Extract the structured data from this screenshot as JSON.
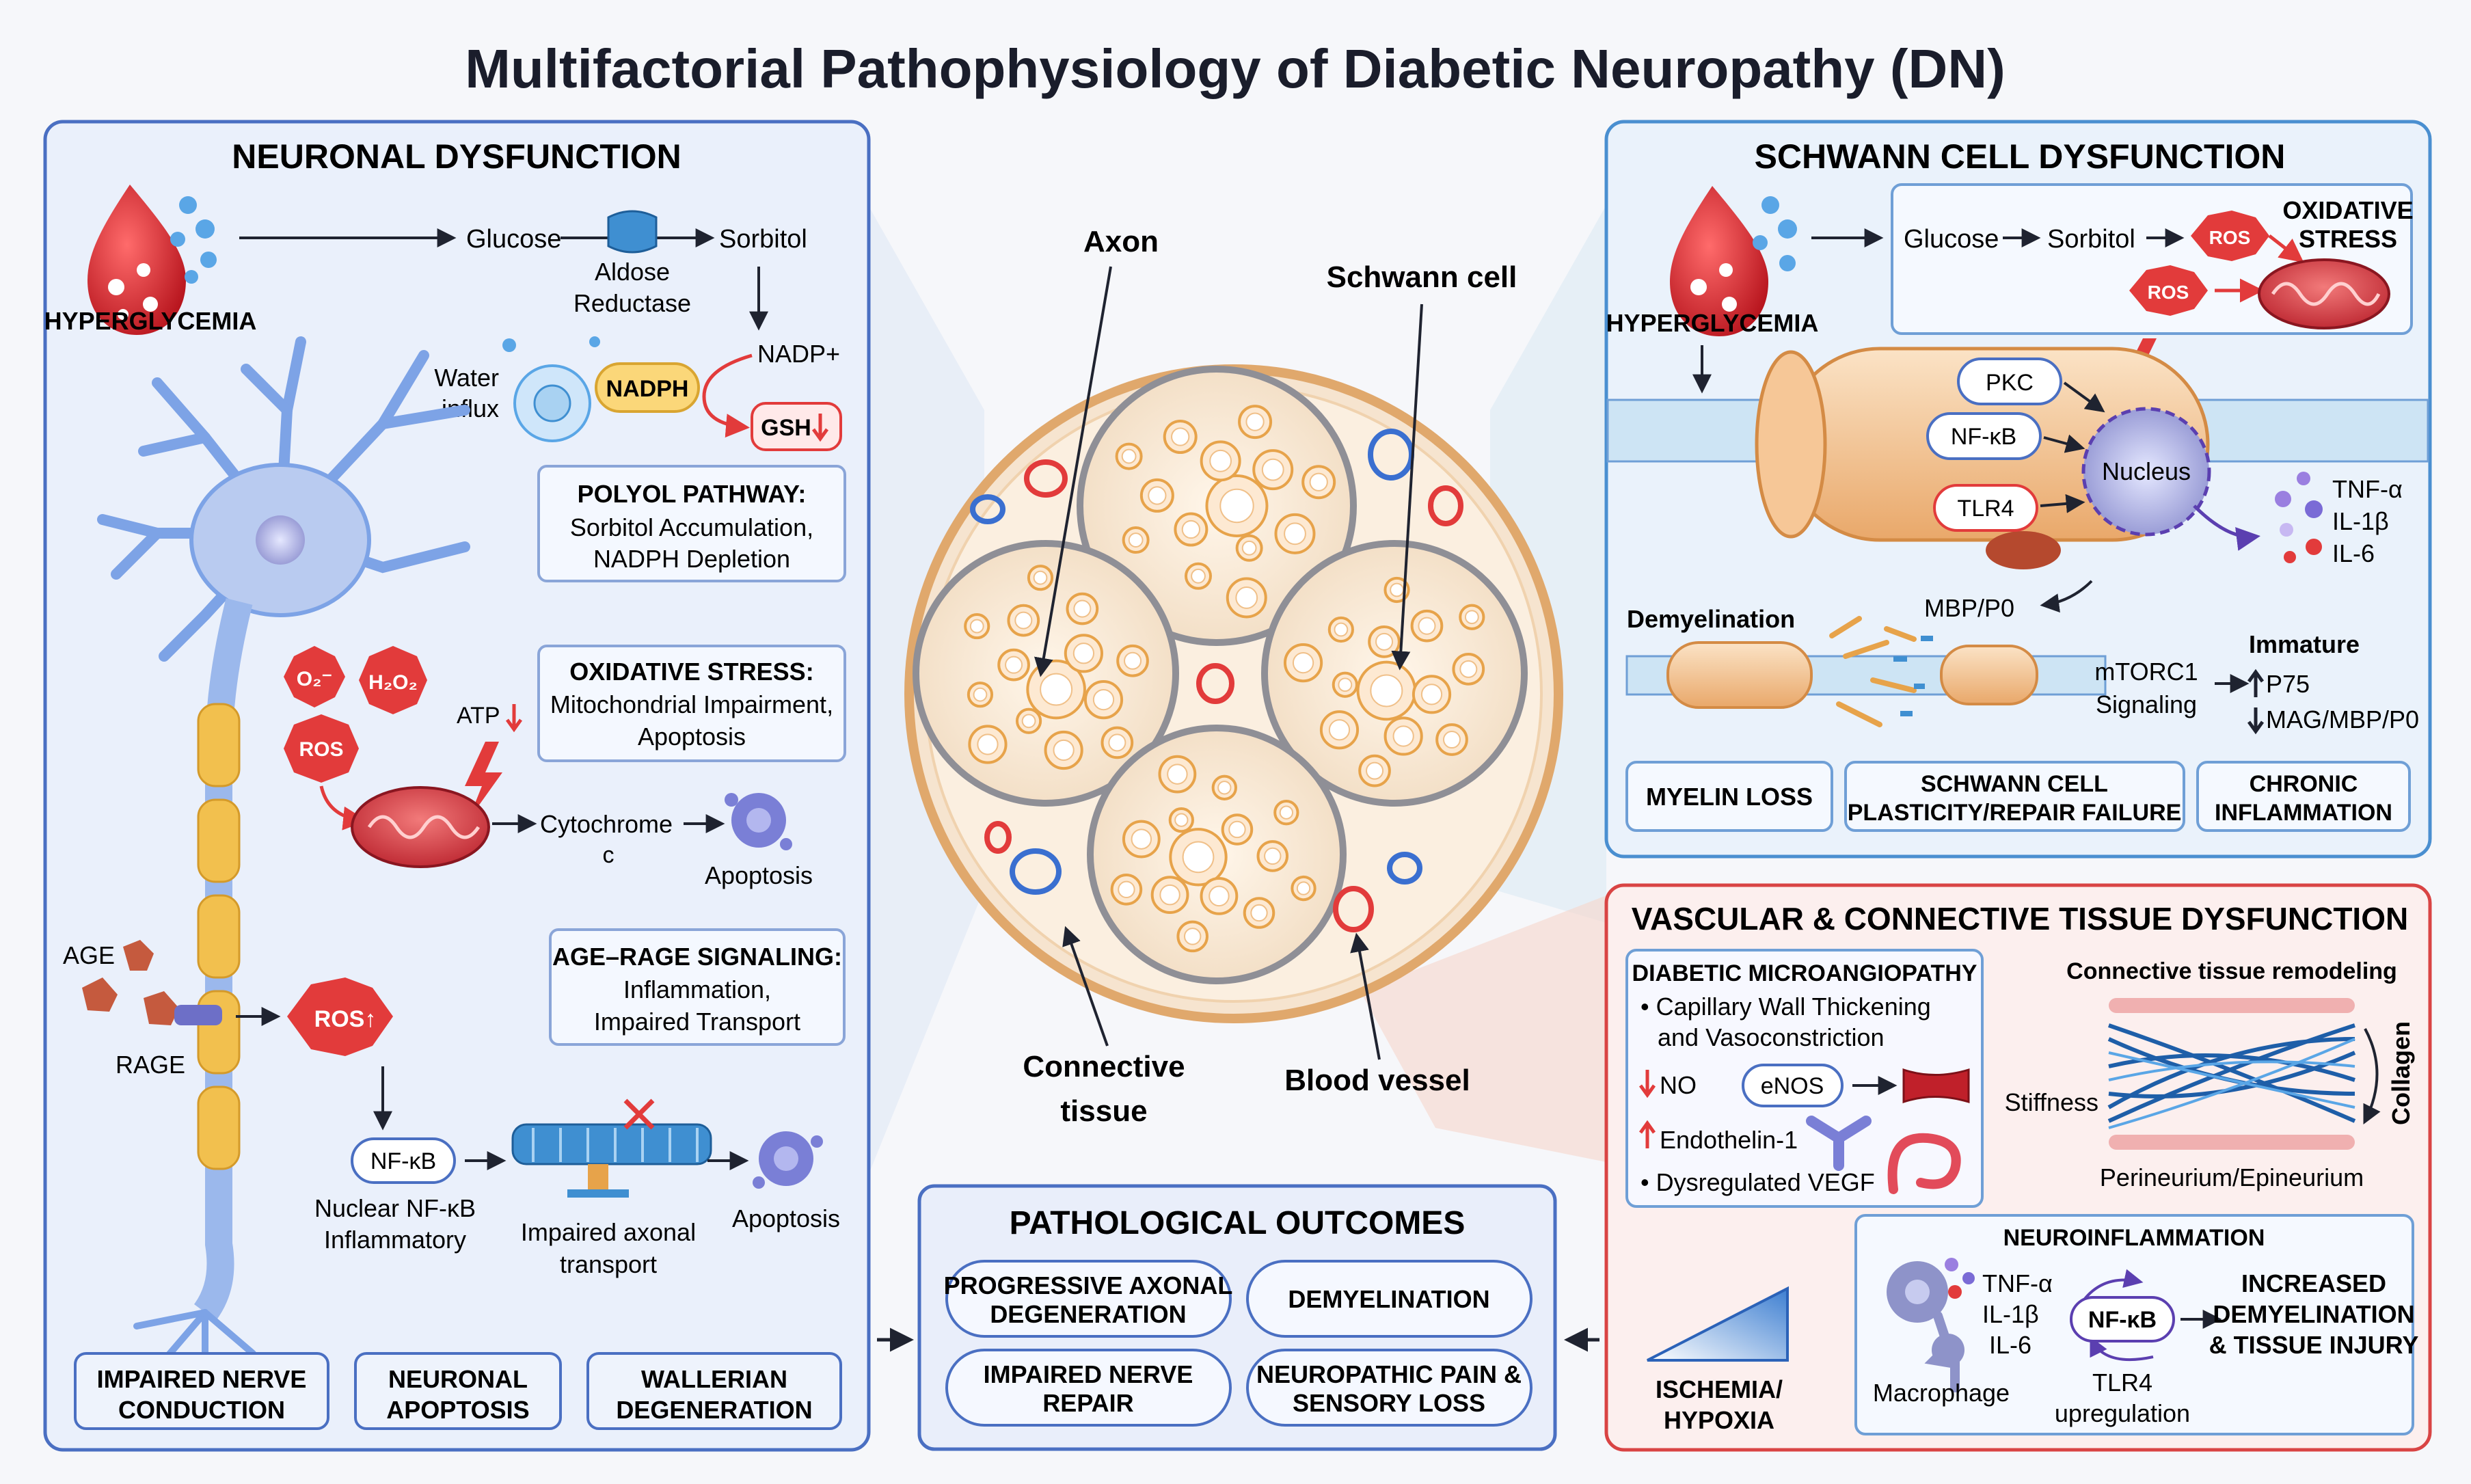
{
  "title": "Multifactorial Pathophysiology of Diabetic Neuropathy (DN)",
  "colors": {
    "blue_panel": "#4a6fc2",
    "red_panel": "#d94444",
    "gold": "#e7a34a",
    "ros": "#e23b3b"
  },
  "neuronal": {
    "title": "NEURONAL DYSFUNCTION",
    "hyperglycemia": "HYPERGLYCEMIA",
    "glucose": "Glucose",
    "aldose_1": "Aldose",
    "aldose_2": "Reductase",
    "sorbitol": "Sorbitol",
    "nadp_plus": "NADP+",
    "nadph": "NADPH",
    "gsh": "GSH",
    "water_1": "Water",
    "water_2": "influx",
    "polyol_title": "POLYOL PATHWAY:",
    "polyol_l1": "Sorbitol Accumulation,",
    "polyol_l2": "NADPH Depletion",
    "o2": "O₂⁻",
    "h2o2": "H₂O₂",
    "ros": "ROS",
    "atp": "ATP",
    "ox_title": "OXIDATIVE STRESS:",
    "ox_l1": "Mitochondrial Impairment,",
    "ox_l2": "Apoptosis",
    "cyto_1": "Cytochrome",
    "cyto_2": "c",
    "apoptosis": "Apoptosis",
    "age": "AGE",
    "rage": "RAGE",
    "ros_up": "ROS↑",
    "age_title": "AGE–RAGE SIGNALING:",
    "age_l1": "Inflammation,",
    "age_l2": "Impaired Transport",
    "nfkb": "NF-κB",
    "nuclear_1": "Nuclear NF-κB",
    "nuclear_2": "Inflammatory",
    "axonal_1": "Impaired axonal",
    "axonal_2": "transport",
    "apoptosis2": "Apoptosis",
    "bottom": [
      {
        "l1": "IMPAIRED NERVE",
        "l2": "CONDUCTION"
      },
      {
        "l1": "NEURONAL",
        "l2": "APOPTOSIS"
      },
      {
        "l1": "WALLERIAN",
        "l2": "DEGENERATION"
      }
    ]
  },
  "nerve": {
    "axon": "Axon",
    "schwann": "Schwann cell",
    "connective_1": "Connective",
    "connective_2": "tissue",
    "vessel": "Blood vessel"
  },
  "outcomes": {
    "title": "PATHOLOGICAL OUTCOMES",
    "items": [
      {
        "l1": "PROGRESSIVE AXONAL",
        "l2": "DEGENERATION"
      },
      {
        "l1": "DEMYELINATION",
        "l2": ""
      },
      {
        "l1": "IMPAIRED NERVE",
        "l2": "REPAIR"
      },
      {
        "l1": "NEUROPATHIC PAIN &",
        "l2": "SENSORY LOSS"
      }
    ]
  },
  "schwann": {
    "title": "SCHWANN CELL DYSFUNCTION",
    "hyperglycemia": "HYPERGLYCEMIA",
    "glucose": "Glucose",
    "sorbitol": "Sorbitol",
    "ros": "ROS",
    "ox_1": "OXIDATIVE",
    "ox_2": "STRESS",
    "pkc": "PKC",
    "nfkb": "NF-κB",
    "tlr4": "TLR4",
    "nucleus": "Nucleus",
    "tnf": "TNF-α",
    "il1b": "IL-1β",
    "il6": "IL-6",
    "demyelination": "Demyelination",
    "mbp": "MBP/P0",
    "mtorc_1": "mTORC1",
    "mtorc_2": "Signaling",
    "immature": "Immature",
    "p75": "P75",
    "mag": "MAG/MBP/P0",
    "bottom": [
      {
        "l1": "MYELIN LOSS",
        "l2": ""
      },
      {
        "l1": "SCHWANN CELL",
        "l2": "PLASTICITY/REPAIR FAILURE"
      },
      {
        "l1": "CHRONIC",
        "l2": "INFLAMMATION"
      }
    ]
  },
  "vascular": {
    "title": "VASCULAR & CONNECTIVE TISSUE DYSFUNCTION",
    "micro_title": "DIABETIC MICROANGIOPATHY",
    "cap_1": "• Capillary Wall Thickening",
    "cap_2": "and Vasoconstriction",
    "no": "NO",
    "enos": "eNOS",
    "endothelin": "Endothelin-1",
    "vegf": "• Dysregulated VEGF",
    "remodel": "Connective tissue remodeling",
    "stiffness": "Stiffness",
    "collagen": "Collagen",
    "perineurium": "Perineurium/Epineurium",
    "ischemia_1": "ISCHEMIA/",
    "ischemia_2": "HYPOXIA",
    "neuro_title": "NEUROINFLAMMATION",
    "tnf": "TNF-α",
    "il1b": "IL-1β",
    "il6": "IL-6",
    "macrophage": "Macrophage",
    "nfkb": "NF-κB",
    "tlr4_1": "TLR4",
    "tlr4_2": "upregulation",
    "inc_1": "INCREASED",
    "inc_2": "DEMYELINATION",
    "inc_3": "& TISSUE INJURY"
  }
}
